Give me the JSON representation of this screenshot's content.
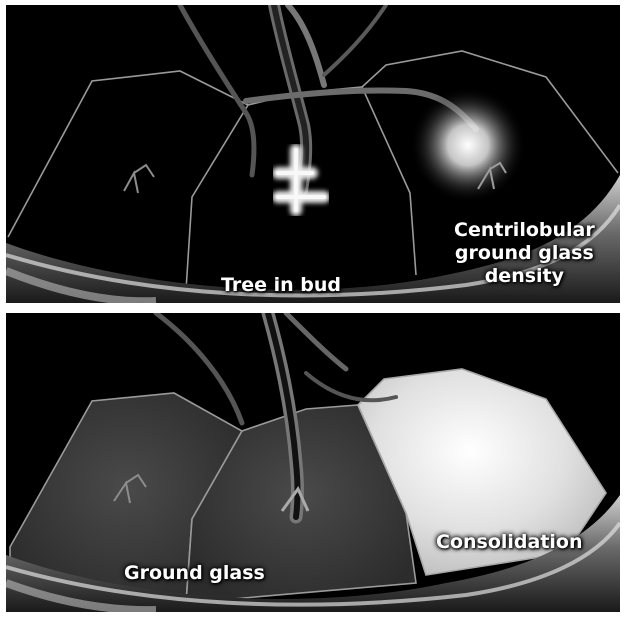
{
  "figure": {
    "top_panel": {
      "labels": {
        "tree_in_bud": "Tree in bud",
        "centrilobular": "Centrilobular\nground glass\ndensity"
      }
    },
    "bottom_panel": {
      "labels": {
        "ground_glass": "Ground glass",
        "consolidation": "Consolidation"
      }
    }
  },
  "colors": {
    "background": "#000000",
    "lobule_outline": "#9a9a9a",
    "ground_glass_fill": "#3a3a3a",
    "consolidation_fill": "#d8d8d8",
    "label_text": "#ffffff"
  }
}
